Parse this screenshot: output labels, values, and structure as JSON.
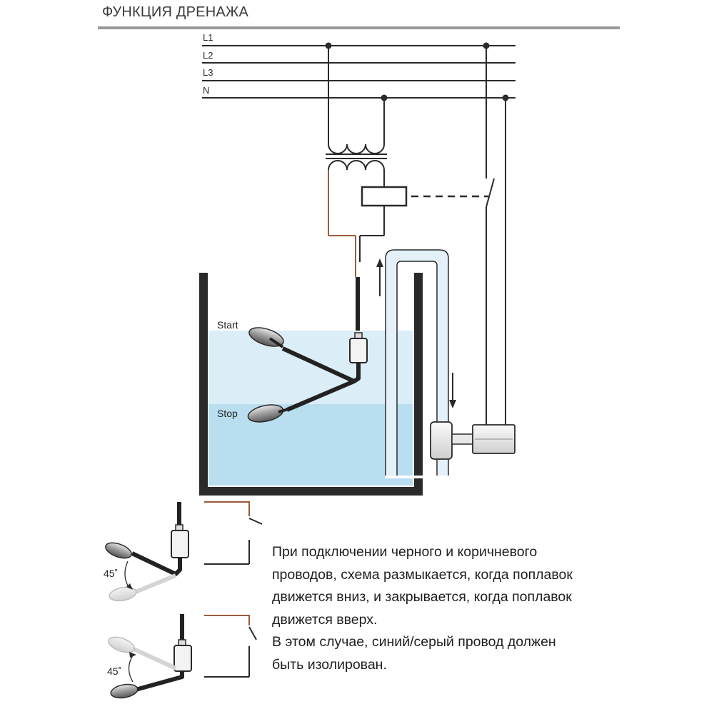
{
  "header": {
    "title": "ФУНКЦИЯ ДРЕНАЖА"
  },
  "lines": {
    "l1": "L1",
    "l2": "L2",
    "l3": "L3",
    "n": "N"
  },
  "float_labels": {
    "start": "Start",
    "stop": "Stop"
  },
  "angles": {
    "top": "45˚",
    "bottom": "45˚"
  },
  "description": {
    "line1": "При подключении черного и коричневого",
    "line2": "проводов, схема размыкается, когда поплавок",
    "line3": "движется вниз, и закрывается, когда поплавок",
    "line4": "движется вверх.",
    "line5": "В этом случае, синий/серый провод должен",
    "line6": "быть изолирован."
  },
  "colors": {
    "wire": "#2a2a2a",
    "brown_wire": "#9b5a3c",
    "water_light": "#dbeef7",
    "water_dark": "#b9deef",
    "pipe_fill": "#e4f1f8",
    "rule": "#9a9a9a"
  }
}
